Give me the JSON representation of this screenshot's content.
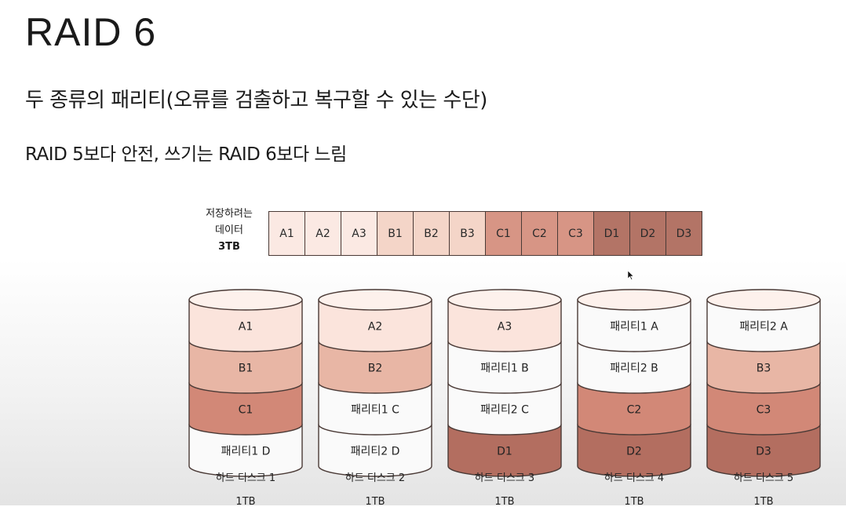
{
  "slide": {
    "title": "RAID 6",
    "subtitle": "두 종류의 패리티(오류를 검출하고 복구할 수 있는 수단)",
    "note": "RAID 5보다 안전, 쓰기는 RAID 6보다 느림"
  },
  "data_strip": {
    "caption_lines": [
      "저장하려는",
      "데이터",
      "3TB"
    ],
    "blocks": [
      {
        "label": "A1",
        "color": "#fbe9e3"
      },
      {
        "label": "A2",
        "color": "#fbe9e3"
      },
      {
        "label": "A3",
        "color": "#fbe9e3"
      },
      {
        "label": "B1",
        "color": "#f4d5c8"
      },
      {
        "label": "B2",
        "color": "#f4d5c8"
      },
      {
        "label": "B3",
        "color": "#f4d5c8"
      },
      {
        "label": "C1",
        "color": "#d79585"
      },
      {
        "label": "C2",
        "color": "#d79585"
      },
      {
        "label": "C3",
        "color": "#d79585"
      },
      {
        "label": "D1",
        "color": "#b37466"
      },
      {
        "label": "D2",
        "color": "#b37466"
      },
      {
        "label": "D3",
        "color": "#b37466"
      }
    ]
  },
  "colors": {
    "A": "#fbe4dc",
    "B": "#e8b6a5",
    "C": "#d28877",
    "D": "#b36e60",
    "parity": "#fafafa",
    "top": "#fdf1ec",
    "outline": "#4a3a36"
  },
  "disks": [
    {
      "name": "하드 디스크 1",
      "size": "1TB",
      "segments": [
        {
          "label": "A1",
          "kind": "A"
        },
        {
          "label": "B1",
          "kind": "B"
        },
        {
          "label": "C1",
          "kind": "C"
        },
        {
          "label": "패리티1 D",
          "kind": "parity"
        }
      ]
    },
    {
      "name": "하드 디스크 2",
      "size": "1TB",
      "segments": [
        {
          "label": "A2",
          "kind": "A"
        },
        {
          "label": "B2",
          "kind": "B"
        },
        {
          "label": "패리티1 C",
          "kind": "parity"
        },
        {
          "label": "패리티2 D",
          "kind": "parity"
        }
      ]
    },
    {
      "name": "하드 디스크 3",
      "size": "1TB",
      "segments": [
        {
          "label": "A3",
          "kind": "A"
        },
        {
          "label": "패리티1 B",
          "kind": "parity"
        },
        {
          "label": "패리티2 C",
          "kind": "parity"
        },
        {
          "label": "D1",
          "kind": "D"
        }
      ]
    },
    {
      "name": "하드 디스크 4",
      "size": "1TB",
      "segments": [
        {
          "label": "패리티1 A",
          "kind": "parity"
        },
        {
          "label": "패리티2 B",
          "kind": "parity"
        },
        {
          "label": "C2",
          "kind": "C"
        },
        {
          "label": "D2",
          "kind": "D"
        }
      ]
    },
    {
      "name": "하드 디스크 5",
      "size": "1TB",
      "segments": [
        {
          "label": "패리티2 A",
          "kind": "parity"
        },
        {
          "label": "B3",
          "kind": "B"
        },
        {
          "label": "C3",
          "kind": "C"
        },
        {
          "label": "D3",
          "kind": "D"
        }
      ]
    }
  ]
}
